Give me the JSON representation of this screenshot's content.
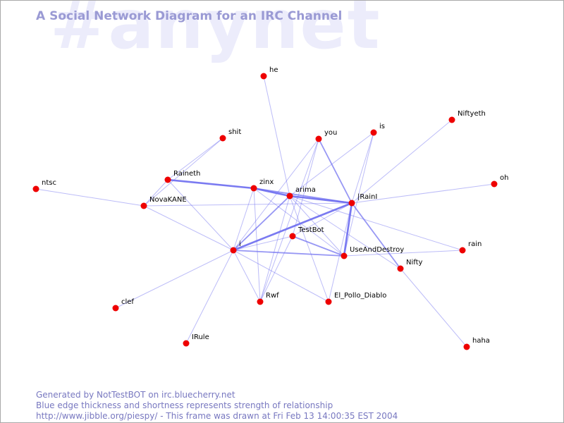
{
  "watermark": "#anynet",
  "title": "A Social Network Diagram for an IRC Channel",
  "footer": {
    "line1": "Generated by NotTestBOT on irc.bluecherry.net",
    "line2": "Blue edge thickness and shortness represents strength of relationship",
    "line3": "http://www.jibble.org/piespy/ - This frame was drawn at Fri Feb 13 14:00:35 EST 2004"
  },
  "colors": {
    "node": "#ee0000",
    "edge": "#6b6bf0",
    "watermark": "#ececfb",
    "title": "#9a9ad4",
    "footer": "#7878c0"
  },
  "nodes": [
    {
      "id": "he",
      "label": "he"
    },
    {
      "id": "shit",
      "label": "shit"
    },
    {
      "id": "you",
      "label": "you"
    },
    {
      "id": "is",
      "label": "is"
    },
    {
      "id": "Niftyeth",
      "label": "Niftyeth"
    },
    {
      "id": "ntsc",
      "label": "ntsc"
    },
    {
      "id": "Raineth",
      "label": "Raineth"
    },
    {
      "id": "zinx",
      "label": "zinx"
    },
    {
      "id": "arima",
      "label": "arima"
    },
    {
      "id": "oh",
      "label": "oh"
    },
    {
      "id": "NovaKANE",
      "label": "NovaKANE"
    },
    {
      "id": "IRainI",
      "label": "|RainI"
    },
    {
      "id": "TestBot",
      "label": "TestBot"
    },
    {
      "id": "i",
      "label": "i"
    },
    {
      "id": "UseAndDestroy",
      "label": "UseAndDestroy"
    },
    {
      "id": "rain",
      "label": "rain"
    },
    {
      "id": "Nifty",
      "label": "Nifty"
    },
    {
      "id": "clef",
      "label": "clef"
    },
    {
      "id": "Rwf",
      "label": "Rwf"
    },
    {
      "id": "El_Pollo_Diablo",
      "label": "El_Pollo_Diablo"
    },
    {
      "id": "IRule",
      "label": "IRule"
    },
    {
      "id": "haha",
      "label": "haha"
    }
  ],
  "edges": [
    {
      "source": "he",
      "target": "arima",
      "strength": 1
    },
    {
      "source": "shit",
      "target": "Raineth",
      "strength": 1
    },
    {
      "source": "shit",
      "target": "NovaKANE",
      "strength": 1
    },
    {
      "source": "you",
      "target": "IRainI",
      "strength": 2
    },
    {
      "source": "you",
      "target": "TestBot",
      "strength": 1
    },
    {
      "source": "you",
      "target": "Rwf",
      "strength": 1
    },
    {
      "source": "you",
      "target": "i",
      "strength": 1
    },
    {
      "source": "is",
      "target": "IRainI",
      "strength": 1
    },
    {
      "source": "is",
      "target": "arima",
      "strength": 1
    },
    {
      "source": "is",
      "target": "UseAndDestroy",
      "strength": 1
    },
    {
      "source": "Niftyeth",
      "target": "IRainI",
      "strength": 1
    },
    {
      "source": "ntsc",
      "target": "NovaKANE",
      "strength": 1
    },
    {
      "source": "Raineth",
      "target": "zinx",
      "strength": 3
    },
    {
      "source": "Raineth",
      "target": "i",
      "strength": 1
    },
    {
      "source": "Raineth",
      "target": "NovaKANE",
      "strength": 1
    },
    {
      "source": "zinx",
      "target": "arima",
      "strength": 3
    },
    {
      "source": "zinx",
      "target": "IRainI",
      "strength": 2
    },
    {
      "source": "zinx",
      "target": "Rwf",
      "strength": 1
    },
    {
      "source": "zinx",
      "target": "UseAndDestroy",
      "strength": 1
    },
    {
      "source": "arima",
      "target": "IRainI",
      "strength": 3
    },
    {
      "source": "arima",
      "target": "i",
      "strength": 2
    },
    {
      "source": "arima",
      "target": "Nifty",
      "strength": 1
    },
    {
      "source": "arima",
      "target": "UseAndDestroy",
      "strength": 1
    },
    {
      "source": "arima",
      "target": "Rwf",
      "strength": 1
    },
    {
      "source": "arima",
      "target": "rain",
      "strength": 1
    },
    {
      "source": "arima",
      "target": "El_Pollo_Diablo",
      "strength": 1
    },
    {
      "source": "NovaKANE",
      "target": "IRainI",
      "strength": 1
    },
    {
      "source": "NovaKANE",
      "target": "i",
      "strength": 1
    },
    {
      "source": "oh",
      "target": "IRainI",
      "strength": 1
    },
    {
      "source": "IRainI",
      "target": "i",
      "strength": 3
    },
    {
      "source": "IRainI",
      "target": "UseAndDestroy",
      "strength": 3
    },
    {
      "source": "IRainI",
      "target": "Nifty",
      "strength": 2
    },
    {
      "source": "IRainI",
      "target": "TestBot",
      "strength": 1
    },
    {
      "source": "IRainI",
      "target": "El_Pollo_Diablo",
      "strength": 1
    },
    {
      "source": "TestBot",
      "target": "i",
      "strength": 1
    },
    {
      "source": "TestBot",
      "target": "UseAndDestroy",
      "strength": 2
    },
    {
      "source": "TestBot",
      "target": "Rwf",
      "strength": 1
    },
    {
      "source": "i",
      "target": "UseAndDestroy",
      "strength": 2
    },
    {
      "source": "i",
      "target": "clef",
      "strength": 1
    },
    {
      "source": "i",
      "target": "IRule",
      "strength": 1
    },
    {
      "source": "i",
      "target": "Rwf",
      "strength": 1
    },
    {
      "source": "i",
      "target": "El_Pollo_Diablo",
      "strength": 1
    },
    {
      "source": "UseAndDestroy",
      "target": "rain",
      "strength": 1
    },
    {
      "source": "Nifty",
      "target": "haha",
      "strength": 1
    },
    {
      "source": "zinx",
      "target": "i",
      "strength": 1
    }
  ]
}
